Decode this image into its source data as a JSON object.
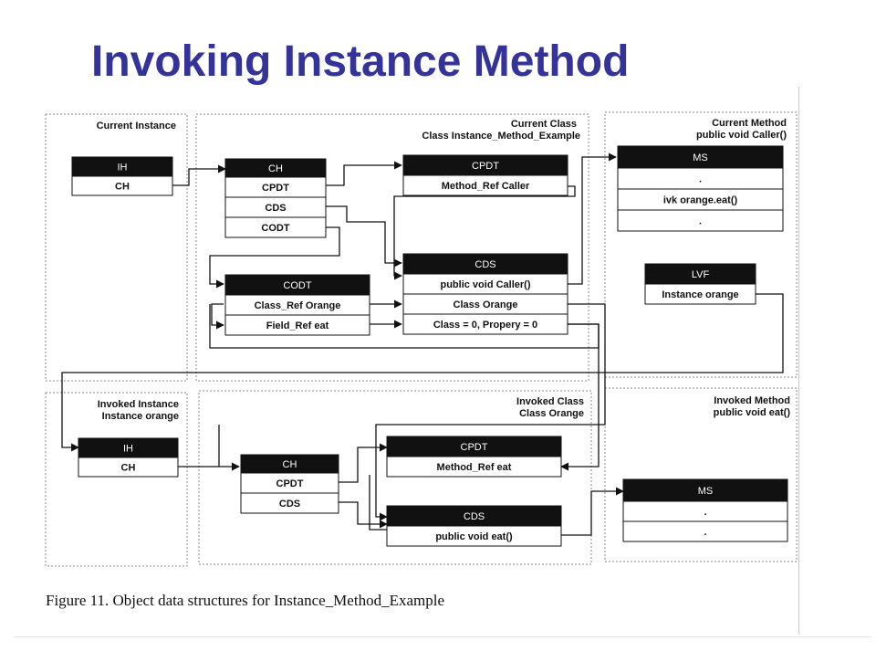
{
  "slide": {
    "title": "Invoking Instance Method"
  },
  "caption": "Figure 11. Object data structures for Instance_Method_Example",
  "panels": {
    "current_instance": {
      "title": "Current Instance"
    },
    "current_class": {
      "title1": "Current Class",
      "title2": "Class Instance_Method_Example"
    },
    "current_method": {
      "title1": "Current Method",
      "title2": "public void Caller()"
    },
    "invoked_instance": {
      "title1": "Invoked Instance",
      "title2": "Instance orange"
    },
    "invoked_class": {
      "title1": "Invoked Class",
      "title2": "Class Orange"
    },
    "invoked_method": {
      "title1": "Invoked Method",
      "title2": "public void eat()"
    }
  },
  "tables": {
    "ih_top": {
      "header": "IH",
      "rows": [
        "CH"
      ]
    },
    "ch_top": {
      "header": "CH",
      "rows": [
        "CPDT",
        "CDS",
        "CODT"
      ]
    },
    "cpdt_top": {
      "header": "CPDT",
      "rows": [
        "Method_Ref Caller"
      ]
    },
    "codt_top": {
      "header": "CODT",
      "rows": [
        "Class_Ref Orange",
        "Field_Ref eat"
      ]
    },
    "cds_top": {
      "header": "CDS",
      "rows": [
        "public void Caller()",
        "Class Orange",
        "Class = 0, Propery = 0"
      ]
    },
    "ms_top": {
      "header": "MS",
      "rows": [
        ".",
        "ivk orange.eat()",
        "."
      ]
    },
    "lvf": {
      "header": "LVF",
      "rows": [
        "Instance orange"
      ]
    },
    "ih_bot": {
      "header": "IH",
      "rows": [
        "CH"
      ]
    },
    "ch_bot": {
      "header": "CH",
      "rows": [
        "CPDT",
        "CDS"
      ]
    },
    "cpdt_bot": {
      "header": "CPDT",
      "rows": [
        "Method_Ref eat"
      ]
    },
    "cds_bot": {
      "header": "CDS",
      "rows": [
        "public void eat()"
      ]
    },
    "ms_bot": {
      "header": "MS",
      "rows": [
        ".",
        "."
      ]
    }
  }
}
